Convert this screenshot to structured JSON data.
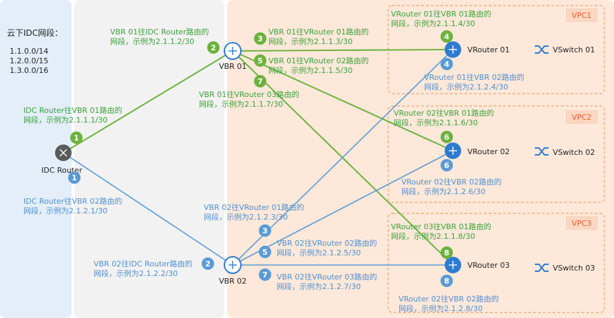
{
  "offline_segments": {
    "title": "云下IDC网段：",
    "items": [
      "1.1.0.0/14",
      "1.2.0.0/15",
      "1.3.0.0/16"
    ]
  },
  "nodes": {
    "idc_router": "IDC Router",
    "vbr01": "VBR 01",
    "vbr02": "VBR 02",
    "vrouter01": "VRouter 01",
    "vrouter02": "VRouter 02",
    "vrouter03": "VRouter 03",
    "vswitch01": "VSwitch 01",
    "vswitch02": "VSwitch 02",
    "vswitch03": "VSwitch 03"
  },
  "vpc_labels": [
    "VPC1",
    "VPC2",
    "VPC3"
  ],
  "badges": {
    "idc_green": "1",
    "idc_blue": "1",
    "vbr01_in": "2",
    "vbr01_to_vr01": "3",
    "vbr01_to_vr02": "5",
    "vbr01_to_vr03": "7",
    "vbr02_in": "2",
    "vbr02_to_vr01": "3",
    "vbr02_to_vr02": "5",
    "vbr02_to_vr03": "7",
    "vr01_green": "4",
    "vr01_blue": "4",
    "vr02_green": "6",
    "vr02_blue": "6",
    "vr03_green": "8",
    "vr03_blue": "8"
  },
  "labels": {
    "idc_vbr01": [
      "IDC Router往VBR 01路由的",
      "网段，示例为2.1.1.1/30"
    ],
    "idc_vbr02": [
      "IDC Router往VBR 02路由的",
      "网段，示例为2.1.2.1/30"
    ],
    "vbr01_idc": [
      "VBR 01往IDC Router路由的",
      "网段，示例为2.1.1.2/30"
    ],
    "vbr01_vr01": [
      "VBR 01往VRouter 01路由的",
      "网段，示例为2.1.1.3/30"
    ],
    "vbr01_vr02": [
      "VBR 01往VRouter 02路由的",
      "网段，示例为2.1.1.5/30"
    ],
    "vbr01_vr03": [
      "VBR 01往VRouter 03路由的",
      "网段，示例为2.1.1.7/30"
    ],
    "vr01_vbr01": [
      "VRouter 01往VBR 01路由的",
      "网段，示例为2.1.1.4/30"
    ],
    "vr01_vbr02": [
      "VRouter 01往VBR 02路由的",
      "网段，示例为2.1.2.4/30"
    ],
    "vr02_vbr01": [
      "VRouter 02往VBR 01路由的",
      "网段，示例为2.1.1.6/30"
    ],
    "vr02_vbr02": [
      "VRouter 02往VBR 02路由的",
      "网段，示例为2.1.2.6/30"
    ],
    "vr03_vbr01": [
      "VRouter 03往VBR 01路由的",
      "网段，示例为2.1.1.8/30"
    ],
    "vr03_vbr02": [
      "VRouter 02往VBR 02路由的",
      "网段，示例为2.1.2.8/30"
    ],
    "vbr02_idc": [
      "VBR 02往IDC Router路由的",
      "网段，示例为2.1.2.2/30"
    ],
    "vbr02_vr01": [
      "VBR 02往VRouter 01路由的",
      "网段，示例为2.1.2.3/30"
    ],
    "vbr02_vr02": [
      "VBR 02往VRouter 02路由的",
      "网段，示例为2.1.2.5/30"
    ],
    "vbr02_vr03": [
      "VBR 02往VRouter 03路由的",
      "网段，示例为2.1.2.7/30"
    ]
  },
  "colors": {
    "green": "#6cb33e",
    "blue": "#5b9bd5",
    "green_text": "#3aa23a",
    "blue_text": "#4f90cf",
    "vpc_border": "#e8934a",
    "vpc_label": "#e8612c",
    "zone_idc": "#e3eef9",
    "zone_vbr": "#f2f2f2",
    "zone_cloud": "#fde8da"
  }
}
